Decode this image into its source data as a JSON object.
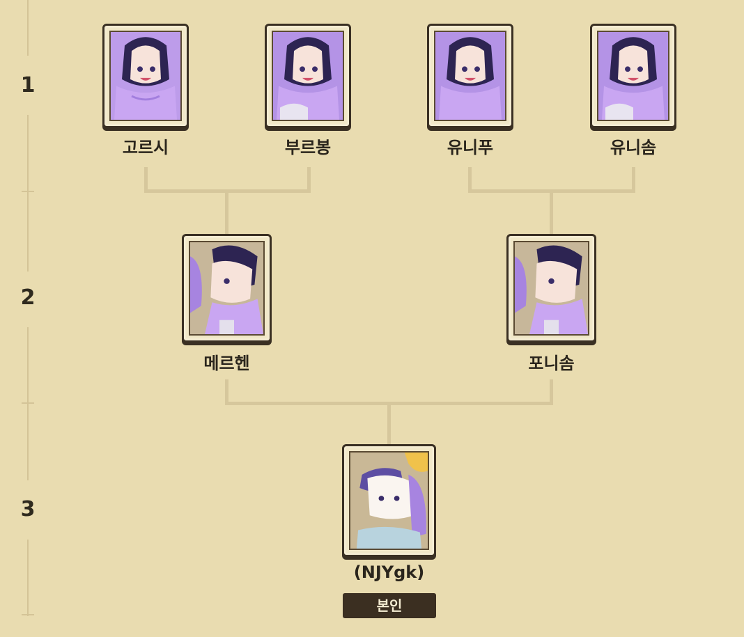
{
  "generations": [
    "1",
    "2",
    "3"
  ],
  "gen1": [
    {
      "name": "고르시",
      "icon": "character-portrait-icon"
    },
    {
      "name": "부르봉",
      "icon": "character-portrait-icon"
    },
    {
      "name": "유니푸",
      "icon": "character-portrait-icon"
    },
    {
      "name": "유니솜",
      "icon": "character-portrait-icon"
    }
  ],
  "gen2": [
    {
      "name": "메르헨",
      "icon": "character-portrait-icon"
    },
    {
      "name": "포니솜",
      "icon": "character-portrait-icon"
    }
  ],
  "self": {
    "name": "(NJYgk)",
    "badge": "본인",
    "icon": "character-portrait-icon"
  },
  "colors": {
    "background": "#e9dcb0",
    "connector": "#d6c79c",
    "frame": "#3a3023",
    "badge_bg": "#3b2f21",
    "badge_text": "#f4ecd2",
    "portrait_purple": "#b493e6"
  }
}
